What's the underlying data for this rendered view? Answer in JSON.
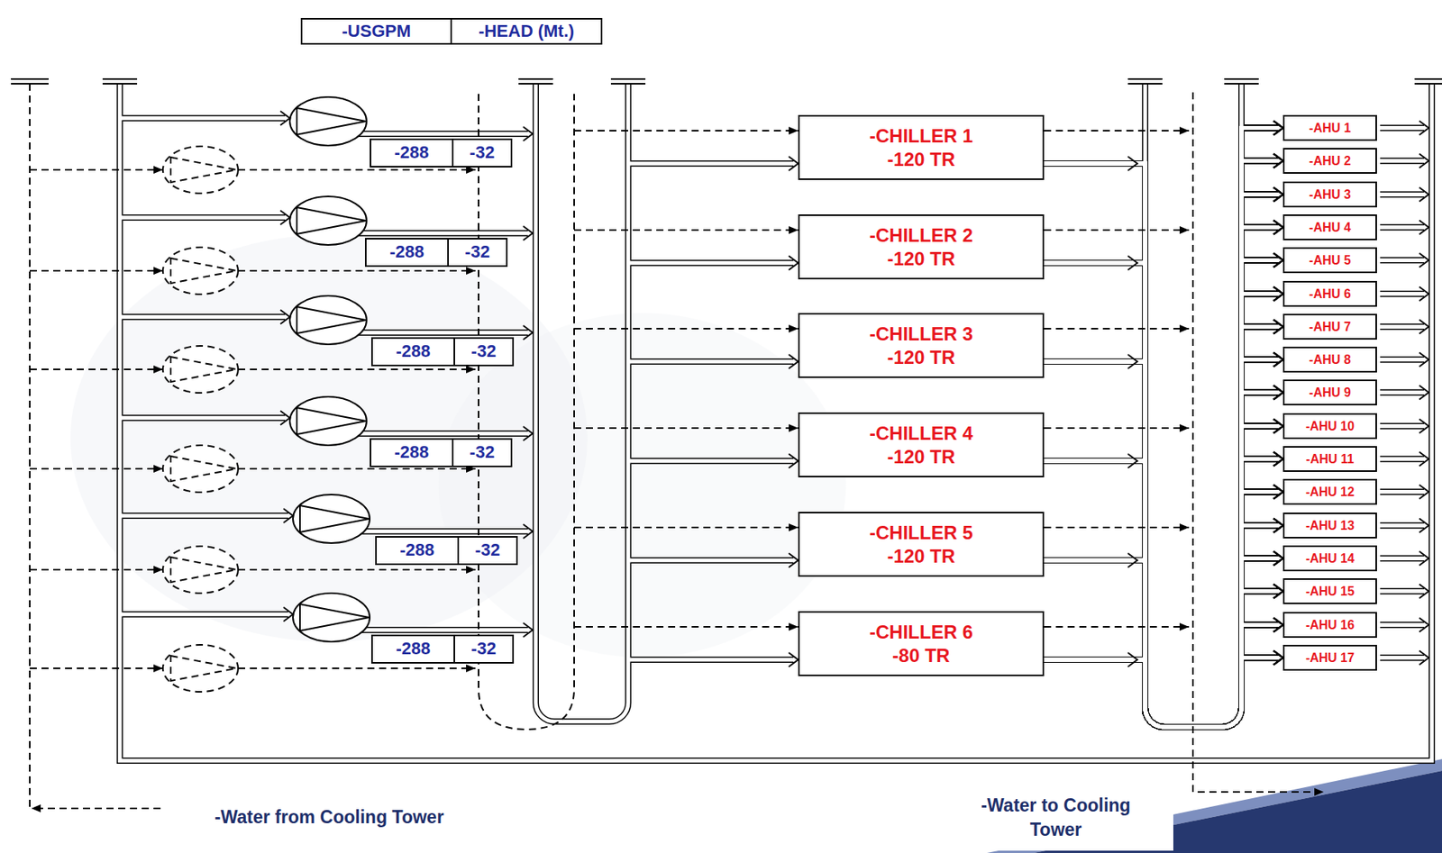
{
  "diagram": {
    "nodes": [
      {
        "text": [
          "-CHILLER 1",
          "-120 TR"
        ]
      },
      {
        "text": [
          "-CHILLER 2",
          "-120 TR"
        ]
      },
      {
        "text": [
          "-CHILLER 3",
          "-120 TR"
        ]
      },
      {
        "text": [
          "-CHILLER 4",
          "-120 TR"
        ]
      },
      {
        "text": [
          "-CHILLER 5",
          "-120 TR"
        ]
      },
      {
        "text": [
          "-CHILLER 6",
          "-80 TR"
        ]
      },
      {
        "text": [
          "-AHU 1"
        ]
      },
      {
        "text": [
          "-AHU 2"
        ]
      },
      {
        "text": [
          "-AHU 3"
        ]
      },
      {
        "text": [
          "-AHU 4"
        ]
      },
      {
        "text": [
          "-AHU 5"
        ]
      },
      {
        "text": [
          "-AHU 6"
        ]
      },
      {
        "text": [
          "-AHU 7"
        ]
      },
      {
        "text": [
          "-AHU 8"
        ]
      },
      {
        "text": [
          "-AHU 9"
        ]
      },
      {
        "text": [
          "-AHU 10"
        ]
      },
      {
        "text": [
          "-AHU 11"
        ]
      },
      {
        "text": [
          "-AHU 12"
        ]
      },
      {
        "text": [
          "-AHU 13"
        ]
      },
      {
        "text": [
          "-AHU 14"
        ]
      },
      {
        "text": [
          "-AHU 15"
        ]
      },
      {
        "text": [
          "-AHU 16"
        ]
      },
      {
        "text": [
          "-AHU 17"
        ]
      }
    ],
    "edges": [
      {
        "from": 0,
        "to": 6,
        "arrow": "to"
      },
      {
        "from": 0,
        "to": 7,
        "arrow": "to"
      },
      {
        "from": 0,
        "to": 8,
        "arrow": "to"
      },
      {
        "from": 0,
        "to": 9,
        "arrow": "to"
      },
      {
        "from": 0,
        "to": 10,
        "arrow": "to"
      },
      {
        "from": 0,
        "to": 11,
        "arrow": "to"
      },
      {
        "from": 0,
        "to": 12,
        "arrow": "to"
      },
      {
        "from": 0,
        "to": 13,
        "arrow": "to"
      },
      {
        "from": 0,
        "to": 14,
        "arrow": "to"
      },
      {
        "from": 0,
        "to": 15,
        "arrow": "to"
      },
      {
        "from": 0,
        "to": 16,
        "arrow": "to"
      },
      {
        "from": 0,
        "to": 17,
        "arrow": "to"
      },
      {
        "from": 0,
        "to": 18,
        "arrow": "to"
      },
      {
        "from": 0,
        "to": 19,
        "arrow": "to"
      },
      {
        "from": 0,
        "to": 20,
        "arrow": "to"
      },
      {
        "from": 0,
        "to": 21,
        "arrow": "to"
      },
      {
        "from": 0,
        "to": 22,
        "arrow": "to"
      },
      {
        "from": 1,
        "to": 6,
        "arrow": "to"
      },
      {
        "from": 1,
        "to": 7,
        "arrow": "to"
      },
      {
        "from": 1,
        "to": 8,
        "arrow": "to"
      },
      {
        "from": 1,
        "to": 9,
        "arrow": "to"
      },
      {
        "from": 1,
        "to": 10,
        "arrow": "to"
      },
      {
        "from": 1,
        "to": 11,
        "arrow": "to"
      },
      {
        "from": 1,
        "to": 12,
        "arrow": "to"
      },
      {
        "from": 1,
        "to": 13,
        "arrow": "to"
      },
      {
        "from": 1,
        "to": 14,
        "arrow": "to"
      },
      {
        "from": 1,
        "to": 15,
        "arrow": "to"
      },
      {
        "from": 1,
        "to": 16,
        "arrow": "to"
      },
      {
        "from": 1,
        "to": 17,
        "arrow": "to"
      },
      {
        "from": 1,
        "to": 18,
        "arrow": "to"
      },
      {
        "from": 1,
        "to": 19,
        "arrow": "to"
      },
      {
        "from": 1,
        "to": 20,
        "arrow": "to"
      },
      {
        "from": 1,
        "to": 21,
        "arrow": "to"
      },
      {
        "from": 1,
        "to": 22,
        "arrow": "to"
      },
      {
        "from": 2,
        "to": 6,
        "arrow": "to"
      },
      {
        "from": 2,
        "to": 7,
        "arrow": "to"
      },
      {
        "from": 2,
        "to": 8,
        "arrow": "to"
      },
      {
        "from": 2,
        "to": 9,
        "arrow": "to"
      },
      {
        "from": 2,
        "to": 10,
        "arrow": "to"
      },
      {
        "from": 2,
        "to": 11,
        "arrow": "to"
      },
      {
        "from": 2,
        "to": 12,
        "arrow": "to"
      },
      {
        "from": 2,
        "to": 13,
        "arrow": "to"
      },
      {
        "from": 2,
        "to": 14,
        "arrow": "to"
      },
      {
        "from": 2,
        "to": 15,
        "arrow": "to"
      },
      {
        "from": 2,
        "to": 16,
        "arrow": "to"
      },
      {
        "from": 2,
        "to": 17,
        "arrow": "to"
      },
      {
        "from": 2,
        "to": 18,
        "arrow": "to"
      },
      {
        "from": 2,
        "to": 19,
        "arrow": "to"
      },
      {
        "from": 2,
        "to": 20,
        "arrow": "to"
      },
      {
        "from": 2,
        "to": 21,
        "arrow": "to"
      },
      {
        "from": 2,
        "to": 22,
        "arrow": "to"
      },
      {
        "from": 3,
        "to": 6,
        "arrow": "to"
      },
      {
        "from": 3,
        "to": 7,
        "arrow": "to"
      },
      {
        "from": 3,
        "to": 8,
        "arrow": "to"
      },
      {
        "from": 3,
        "to": 9,
        "arrow": "to"
      },
      {
        "from": 3,
        "to": 10,
        "arrow": "to"
      },
      {
        "from": 3,
        "to": 11,
        "arrow": "to"
      },
      {
        "from": 3,
        "to": 12,
        "arrow": "to"
      },
      {
        "from": 3,
        "to": 13,
        "arrow": "to"
      },
      {
        "from": 3,
        "to": 14,
        "arrow": "to"
      },
      {
        "from": 3,
        "to": 15,
        "arrow": "to"
      },
      {
        "from": 3,
        "to": 16,
        "arrow": "to"
      },
      {
        "from": 3,
        "to": 17,
        "arrow": "to"
      },
      {
        "from": 3,
        "to": 18,
        "arrow": "to"
      },
      {
        "from": 3,
        "to": 19,
        "arrow": "to"
      },
      {
        "from": 3,
        "to": 20,
        "arrow": "to"
      },
      {
        "from": 3,
        "to": 21,
        "arrow": "to"
      },
      {
        "from": 3,
        "to": 22,
        "arrow": "to"
      },
      {
        "from": 4,
        "to": 6,
        "arrow": "to"
      },
      {
        "from": 4,
        "to": 7,
        "arrow": "to"
      },
      {
        "from": 4,
        "to": 8,
        "arrow": "to"
      },
      {
        "from": 4,
        "to": 9,
        "arrow": "to"
      },
      {
        "from": 4,
        "to": 10,
        "arrow": "to"
      },
      {
        "from": 4,
        "to": 11,
        "arrow": "to"
      },
      {
        "from": 4,
        "to": 12,
        "arrow": "to"
      },
      {
        "from": 4,
        "to": 13,
        "arrow": "to"
      },
      {
        "from": 4,
        "to": 14,
        "arrow": "to"
      },
      {
        "from": 4,
        "to": 15,
        "arrow": "to"
      },
      {
        "from": 4,
        "to": 16,
        "arrow": "to"
      },
      {
        "from": 4,
        "to": 17,
        "arrow": "to"
      },
      {
        "from": 4,
        "to": 18,
        "arrow": "to"
      },
      {
        "from": 4,
        "to": 19,
        "arrow": "to"
      },
      {
        "from": 4,
        "to": 20,
        "arrow": "to"
      },
      {
        "from": 4,
        "to": 21,
        "arrow": "to"
      },
      {
        "from": 4,
        "to": 22,
        "arrow": "to"
      },
      {
        "from": 5,
        "to": 6,
        "arrow": "to"
      },
      {
        "from": 5,
        "to": 7,
        "arrow": "to"
      },
      {
        "from": 5,
        "to": 8,
        "arrow": "to"
      },
      {
        "from": 5,
        "to": 9,
        "arrow": "to"
      },
      {
        "from": 5,
        "to": 10,
        "arrow": "to"
      },
      {
        "from": 5,
        "to": 11,
        "arrow": "to"
      },
      {
        "from": 5,
        "to": 12,
        "arrow": "to"
      },
      {
        "from": 5,
        "to": 13,
        "arrow": "to"
      },
      {
        "from": 5,
        "to": 14,
        "arrow": "to"
      },
      {
        "from": 5,
        "to": 15,
        "arrow": "to"
      },
      {
        "from": 5,
        "to": 16,
        "arrow": "to"
      },
      {
        "from": 5,
        "to": 17,
        "arrow": "to"
      },
      {
        "from": 5,
        "to": 18,
        "arrow": "to"
      },
      {
        "from": 5,
        "to": 19,
        "arrow": "to"
      },
      {
        "from": 5,
        "to": 20,
        "arrow": "to"
      },
      {
        "from": 5,
        "to": 21,
        "arrow": "to"
      },
      {
        "from": 5,
        "to": 22,
        "arrow": "to"
      }
    ],
    "labels": [
      "-USGPM",
      "-HEAD (Mt.)",
      "-288",
      "-32",
      "-288",
      "-32",
      "-288",
      "-32",
      "-288",
      "-32",
      "-288",
      "-32",
      "-288",
      "-32",
      "-Water from Cooling Tower",
      "-Water to Cooling Tower"
    ]
  }
}
